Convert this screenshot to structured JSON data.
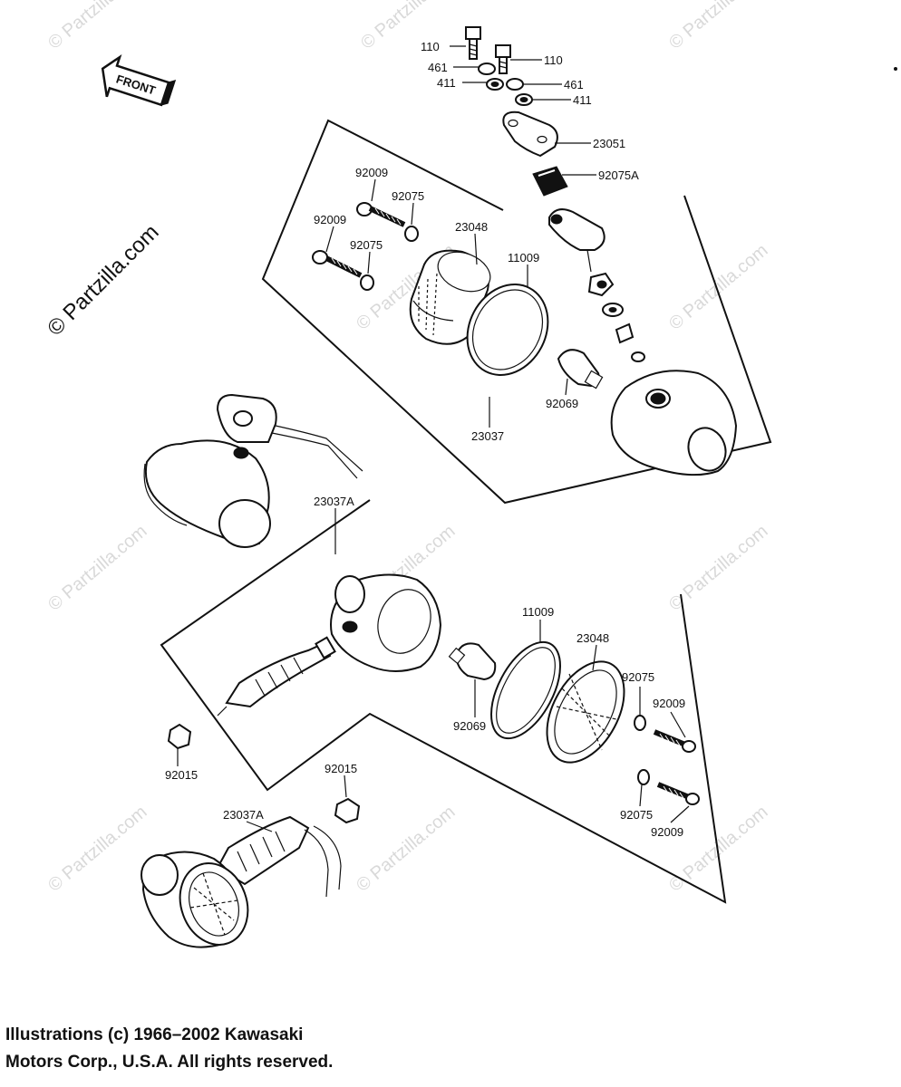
{
  "watermark": {
    "side_text": "© Partzilla.com",
    "tile_text": "© Partzilla.com"
  },
  "front_arrow": {
    "label": "FRONT"
  },
  "part_labels": {
    "bolt_110_a": "110",
    "bolt_110_b": "110",
    "washer_461_a": "461",
    "washer_461_b": "461",
    "washer_411_a": "411",
    "washer_411_b": "411",
    "clamp_23051": "23051",
    "damper_92075A": "92075A",
    "screw_92009_a": "92009",
    "screw_92009_b": "92009",
    "washer_92075_a": "92075",
    "washer_92075_b": "92075",
    "lens_23048_top": "23048",
    "gasket_11009_top": "11009",
    "bulb_92069_top": "92069",
    "assy_23037": "23037",
    "assy_23037A_box": "23037A",
    "gasket_11009_bot": "11009",
    "lens_23048_bot": "23048",
    "washer_92075_c": "92075",
    "screw_92009_c": "92009",
    "bulb_92069_bot": "92069",
    "nut_92015_a": "92015",
    "nut_92015_b": "92015",
    "washer_92075_d": "92075",
    "screw_92009_d": "92009",
    "assy_23037A_loose": "23037A"
  },
  "footer": {
    "line1": "Illustrations (c) 1966–2002 Kawasaki",
    "line2": "Motors Corp., U.S.A.  All rights reserved."
  }
}
